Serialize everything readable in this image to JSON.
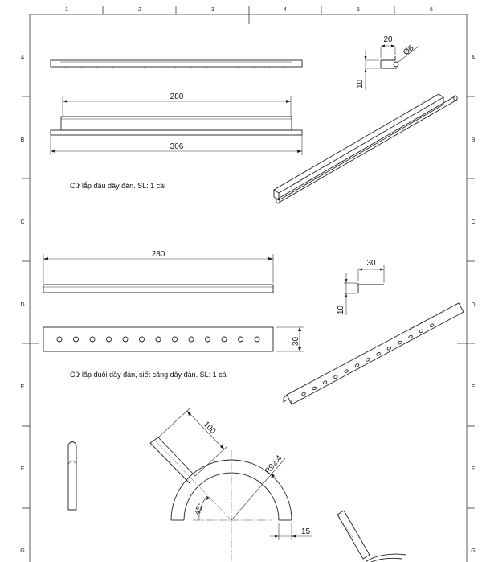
{
  "grid": {
    "columns": [
      "1",
      "2",
      "3",
      "4",
      "5",
      "6"
    ],
    "rows": [
      "A",
      "B",
      "C",
      "D",
      "E",
      "F",
      "G"
    ]
  },
  "part1": {
    "caption": "Cữ lắp đầu dây đàn. SL: 1 cái",
    "dim_inner_length": "280",
    "dim_total_length": "306",
    "profile_width": "20",
    "profile_height": "10",
    "rod_diameter": "Ø6"
  },
  "part2": {
    "caption": "Cữ lắp đuôi dây đàn, siết căng dây đàn. SL: 1 cái",
    "dim_length": "280",
    "dim_width": "30",
    "profile_width": "30",
    "profile_height": "10",
    "hole_count": 13
  },
  "part3": {
    "dim_arm_length": "100",
    "dim_radius": "R92.4",
    "dim_angle": "45°",
    "dim_width": "15"
  }
}
